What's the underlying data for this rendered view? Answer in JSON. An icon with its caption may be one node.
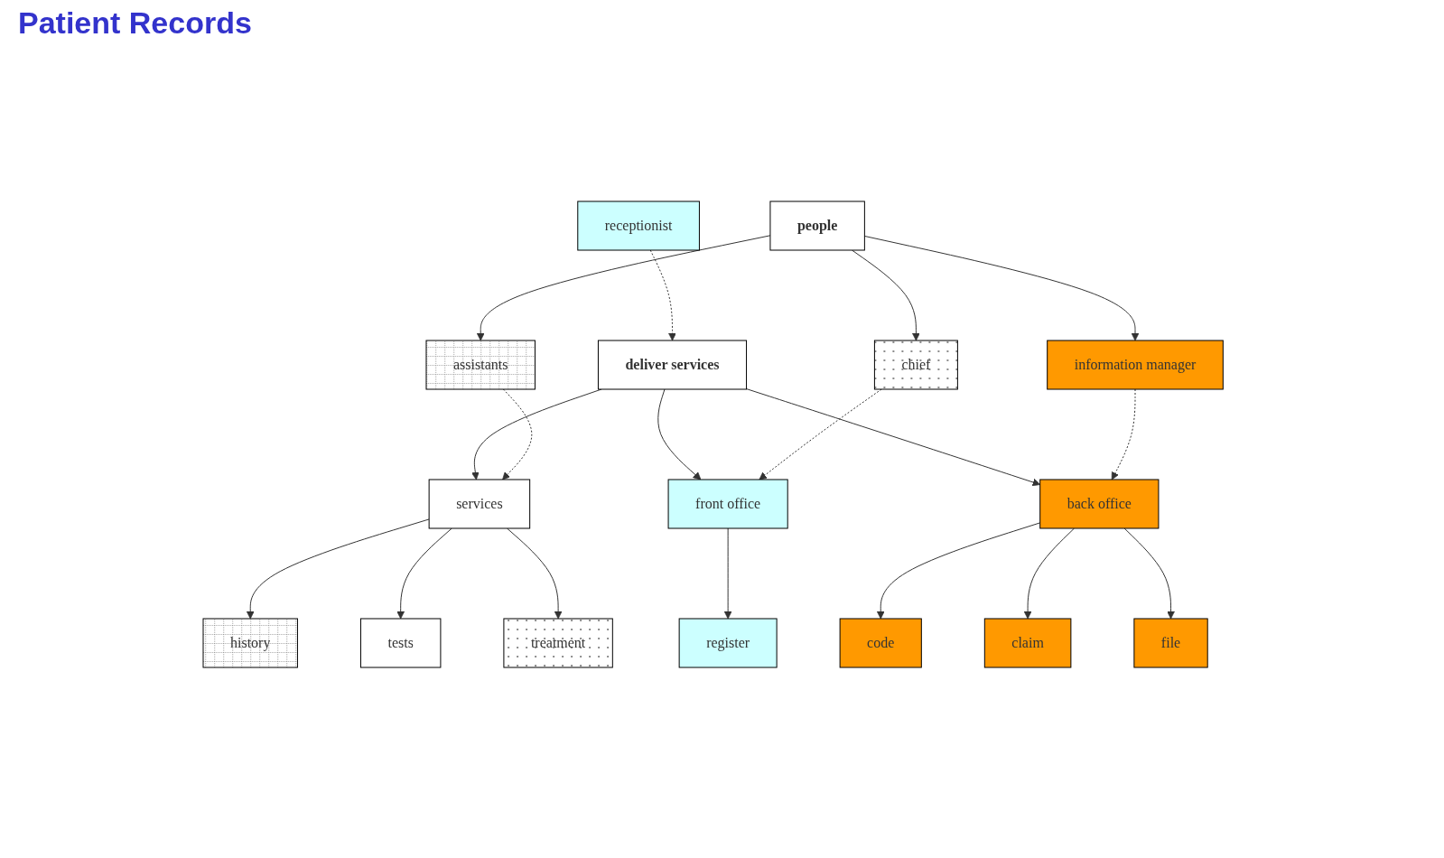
{
  "diagram": {
    "title": "Patient Records",
    "nodes": [
      {
        "text": [
          "deliver services"
        ]
      },
      {
        "text": [
          "people"
        ]
      },
      {
        "text": [
          "front office"
        ]
      },
      {
        "text": [
          "services"
        ]
      },
      {
        "text": [
          "back office"
        ]
      },
      {
        "text": [
          "receptionist"
        ]
      },
      {
        "text": [
          "assistants"
        ]
      },
      {
        "text": [
          "chief"
        ]
      },
      {
        "text": [
          "register"
        ]
      },
      {
        "text": [
          "history"
        ]
      },
      {
        "text": [
          "code"
        ]
      },
      {
        "text": [
          "tests"
        ]
      },
      {
        "text": [
          "claim"
        ]
      },
      {
        "text": [
          "treatment"
        ]
      },
      {
        "text": [
          "file"
        ]
      },
      {
        "text": [
          "information manager"
        ]
      }
    ],
    "edges": [
      {
        "from": 0,
        "to": 2,
        "arrow": "to"
      },
      {
        "from": 0,
        "to": 3,
        "arrow": "to"
      },
      {
        "from": 0,
        "to": 4,
        "arrow": "to"
      },
      {
        "from": 1,
        "to": 6,
        "arrow": "to"
      },
      {
        "from": 1,
        "to": 7,
        "arrow": "to"
      },
      {
        "from": 1,
        "to": 15,
        "arrow": "to"
      },
      {
        "from": 5,
        "to": 0,
        "arrow": "to",
        "style": "dashed"
      },
      {
        "from": 7,
        "to": 2,
        "arrow": "to",
        "style": "dashed"
      },
      {
        "from": 6,
        "to": 3,
        "arrow": "to",
        "style": "dashed"
      },
      {
        "from": 15,
        "to": 4,
        "arrow": "to",
        "style": "dashed"
      },
      {
        "from": 2,
        "to": 8,
        "arrow": "to"
      },
      {
        "from": 3,
        "to": 9,
        "arrow": "to"
      },
      {
        "from": 3,
        "to": 11,
        "arrow": "to"
      },
      {
        "from": 3,
        "to": 13,
        "arrow": "to"
      },
      {
        "from": 4,
        "to": 10,
        "arrow": "to"
      },
      {
        "from": 4,
        "to": 12,
        "arrow": "to"
      },
      {
        "from": 4,
        "to": 14,
        "arrow": "to"
      }
    ]
  }
}
